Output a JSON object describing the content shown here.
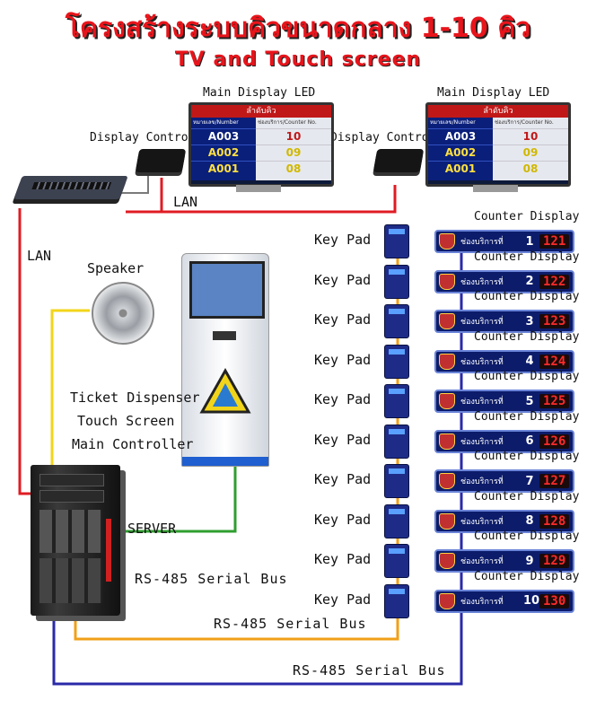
{
  "title": "โครงสร้างระบบคิวขนาดกลาง 1-10 คิว",
  "subtitle": "TV and Touch screen",
  "labels": {
    "main_display_led": "Main Display LED",
    "display_controller": "Display Controller",
    "lan": "LAN",
    "speaker": "Speaker",
    "ticket_dispenser": "Ticket Dispenser",
    "touch_screen": "Touch Screen",
    "main_controller": "Main Controller",
    "server": "SERVER",
    "rs485": "RS-485 Serial Bus",
    "key_pad": "Key Pad",
    "counter_display": "Counter Display"
  },
  "tv_screen": {
    "header": "ลำดับคิว",
    "col_number": "หมายเลข/Number",
    "col_counter": "ช่องบริการ/Counter No.",
    "rows": [
      {
        "number": "A003",
        "counter": "10"
      },
      {
        "number": "A002",
        "counter": "09"
      },
      {
        "number": "A001",
        "counter": "08"
      }
    ]
  },
  "counters": [
    {
      "label": "ช่องบริการที่",
      "no": "1",
      "queue": "121"
    },
    {
      "label": "ช่องบริการที่",
      "no": "2",
      "queue": "122"
    },
    {
      "label": "ช่องบริการที่",
      "no": "3",
      "queue": "123"
    },
    {
      "label": "ช่องบริการที่",
      "no": "4",
      "queue": "124"
    },
    {
      "label": "ช่องบริการที่",
      "no": "5",
      "queue": "125"
    },
    {
      "label": "ช่องบริการที่",
      "no": "6",
      "queue": "126"
    },
    {
      "label": "ช่องบริการที่",
      "no": "7",
      "queue": "127"
    },
    {
      "label": "ช่องบริการที่",
      "no": "8",
      "queue": "128"
    },
    {
      "label": "ช่องบริการที่",
      "no": "9",
      "queue": "129"
    },
    {
      "label": "ช่องบริการที่",
      "no": "10",
      "queue": "130"
    }
  ],
  "colors": {
    "title": "#e8141b",
    "lan_line": "#e01c24",
    "speaker_line": "#f2d51a",
    "green_line": "#2f9e2f",
    "orange_line": "#f0a018",
    "blue_line": "#2a2aa8",
    "grey_line": "#7a7a7a"
  }
}
